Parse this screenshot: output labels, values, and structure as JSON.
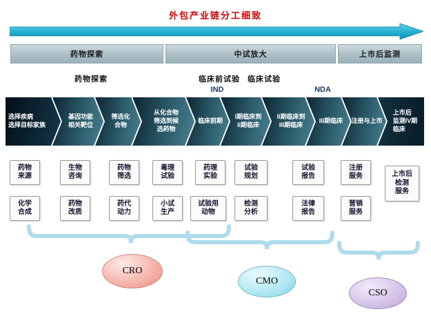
{
  "title": "外包产业链分工细致",
  "phase_bar": [
    "药物探索",
    "中试放大",
    "上市后监测"
  ],
  "stage_labels": [
    "药物探索",
    "临床前试验",
    "临床试验"
  ],
  "milestones": [
    "IND",
    "NDA"
  ],
  "pipeline": [
    "选择疾病\n选择目标家族",
    "基因功能\n相关靶位",
    "筛选化\n合物",
    "从化合物\n筛选到候\n选药物",
    "临床前期",
    "I期临床到\nII期临床",
    "II期临床到\nIII期临床",
    "III期临床",
    "注册与上市",
    "上市后\n监测IV期\n临床"
  ],
  "services_row1": [
    "药物\n来源",
    "生物\n咨询",
    "药物\n筛选",
    "毒理\n试验",
    "药理\n实验",
    "试验\n规划",
    "试验\n报告",
    "注册\n服务"
  ],
  "services_row2": [
    "化学\n合成",
    "药物\n改质",
    "药代\n动力",
    "小试\n生产",
    "试验用\n动物",
    "检测\n分析",
    "法律\n报告",
    "营销\n服务"
  ],
  "post_market_service": "上市后\n检测\n服务",
  "groups": [
    {
      "label": "CRO",
      "fill": "#f5b2a9"
    },
    {
      "label": "CMO",
      "fill": "#aee7f2"
    },
    {
      "label": "CSO",
      "fill": "#d4c2e8"
    }
  ],
  "colors": {
    "title": "#cc0000",
    "arrow_top": "#63d4ea",
    "arrow_bottom": "#0c93b8",
    "chevron_dark": "#0d2430",
    "chevron_light": "#47808f",
    "brace": "#aedcec"
  }
}
